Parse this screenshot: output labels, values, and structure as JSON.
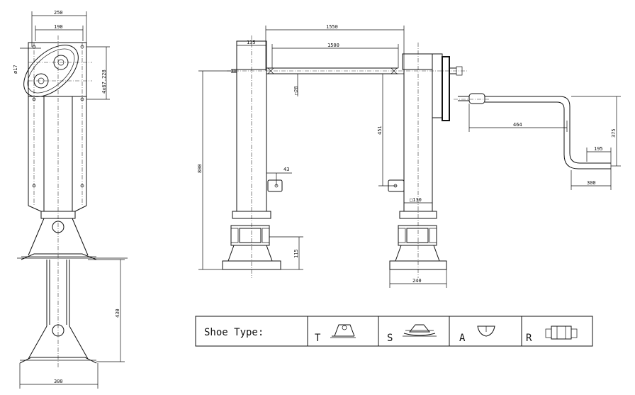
{
  "dimensions": {
    "left_top_width": "250",
    "left_inner_width": "190",
    "hole_diameter": "ø17",
    "bolt_pattern": "4x67.228",
    "left_height": "430",
    "left_base_width": "300",
    "top_span": "1550",
    "inner_span": "1500",
    "left_offset": "135",
    "shaft_square": "□28",
    "overall_height": "800",
    "pin_width": "43",
    "base_height": "115",
    "travel": "451",
    "column_square": "□130",
    "base_width": "240",
    "crank_length": "464",
    "crank_height": "375",
    "grip_length": "195",
    "crank_reach": "300"
  },
  "shoe_table": {
    "title": "Shoe  Type:",
    "types": [
      {
        "code": "T",
        "icon": "shoe-t-icon"
      },
      {
        "code": "S",
        "icon": "shoe-s-icon"
      },
      {
        "code": "A",
        "icon": "shoe-a-icon"
      },
      {
        "code": "R",
        "icon": "shoe-r-icon"
      }
    ]
  }
}
